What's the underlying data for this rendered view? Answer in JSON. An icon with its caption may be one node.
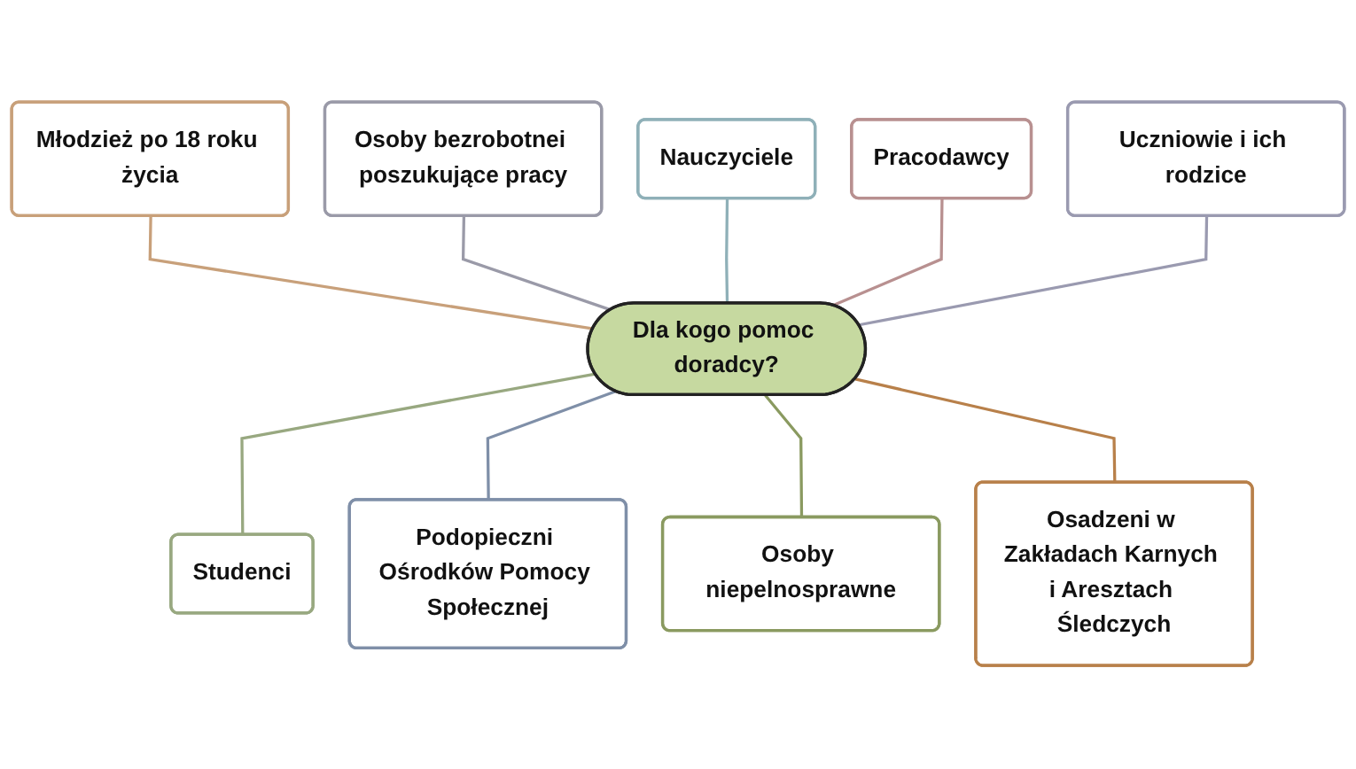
{
  "diagram": {
    "nodes": [
      {
        "text": [
          "Młodzież po 18 roku życia"
        ]
      },
      {
        "text": [
          "Osoby bezrobotnei poszukujące pracy"
        ]
      },
      {
        "text": [
          "Nauczyciele"
        ]
      },
      {
        "text": [
          "Pracodawcy"
        ]
      },
      {
        "text": [
          "Uczniowie i ich rodzice"
        ]
      },
      {
        "text": [
          "Dla kogo pomoc doradcy?"
        ]
      },
      {
        "text": [
          "Studenci"
        ]
      },
      {
        "text": [
          "Podopieczni Ośrodków Pomocy Społecznej"
        ]
      },
      {
        "text": [
          "Osoby niepelnosprawne"
        ]
      },
      {
        "text": [
          "Osadzeni w Zakładach Karnych i Aresztach Śledczych"
        ]
      }
    ],
    "edges": [
      {
        "from": 0,
        "to": 5,
        "arrow": "none",
        "color": "#c8a07a"
      },
      {
        "from": 1,
        "to": 5,
        "arrow": "none",
        "color": "#9a9aa8"
      },
      {
        "from": 2,
        "to": 5,
        "arrow": "none",
        "color": "#8fb0b8"
      },
      {
        "from": 3,
        "to": 5,
        "arrow": "none",
        "color": "#b89090"
      },
      {
        "from": 4,
        "to": 5,
        "arrow": "none",
        "color": "#9a9ab0"
      },
      {
        "from": 5,
        "to": 6,
        "arrow": "none",
        "color": "#98a880"
      },
      {
        "from": 5,
        "to": 7,
        "arrow": "none",
        "color": "#7f8fa8"
      },
      {
        "from": 5,
        "to": 8,
        "arrow": "none",
        "color": "#8a9a60"
      },
      {
        "from": 5,
        "to": 9,
        "arrow": "none",
        "color": "#b8804a"
      }
    ]
  }
}
